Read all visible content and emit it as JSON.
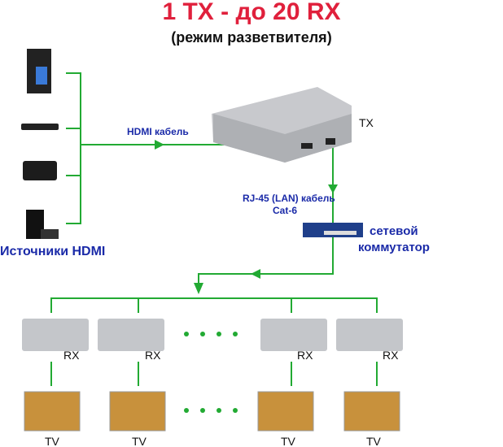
{
  "title": "1 TX - до 20 RX",
  "subtitle": "(режим разветвителя)",
  "labels": {
    "hdmi_cable": "HDMI кабель",
    "tx": "TX",
    "rj45_line1": "RJ-45 (LAN) кабель",
    "rj45_line2": "Cat-6",
    "switch_line1": "сетевой",
    "switch_line2": "коммутатор",
    "sources": "Источники HDMI",
    "rx": "RX",
    "tv": "TV"
  },
  "colors": {
    "line": "#22aa33",
    "title": "#e0203c",
    "label_blue": "#1a2aa8",
    "device": "#c8c9cd"
  }
}
